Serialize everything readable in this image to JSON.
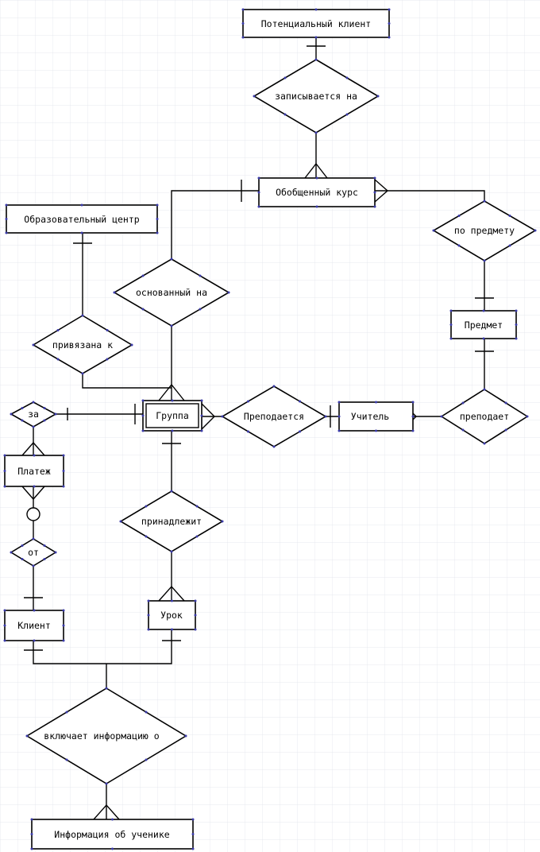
{
  "diagram": {
    "type": "er-diagram",
    "colors": {
      "line": "#000000",
      "background": "#ffffff",
      "grid": "#dfe3ea",
      "anchor": "#3a3aa8"
    },
    "entities": [
      {
        "id": "potential_client",
        "label": "Потенциальный клиент"
      },
      {
        "id": "generic_course",
        "label": "Обобщенный курс"
      },
      {
        "id": "edu_center",
        "label": "Образовательный центр"
      },
      {
        "id": "subject",
        "label": "Предмет"
      },
      {
        "id": "group",
        "label": "Группа"
      },
      {
        "id": "teacher",
        "label": "Учитель"
      },
      {
        "id": "payment",
        "label": "Платеж"
      },
      {
        "id": "client",
        "label": "Клиент"
      },
      {
        "id": "lesson",
        "label": "Урок"
      },
      {
        "id": "student_info",
        "label": "Информация об ученике"
      }
    ],
    "relationships": [
      {
        "id": "signs_up",
        "label": "записывается на"
      },
      {
        "id": "by_subject",
        "label": "по предмету"
      },
      {
        "id": "based_on",
        "label": "основанный на"
      },
      {
        "id": "bound_to",
        "label": "привязана к"
      },
      {
        "id": "for",
        "label": "за"
      },
      {
        "id": "taught",
        "label": "Преподается"
      },
      {
        "id": "teaches",
        "label": "преподает"
      },
      {
        "id": "belongs",
        "label": "принадлежит"
      },
      {
        "id": "from",
        "label": "от"
      },
      {
        "id": "includes",
        "label": "включает информацию о"
      }
    ]
  }
}
